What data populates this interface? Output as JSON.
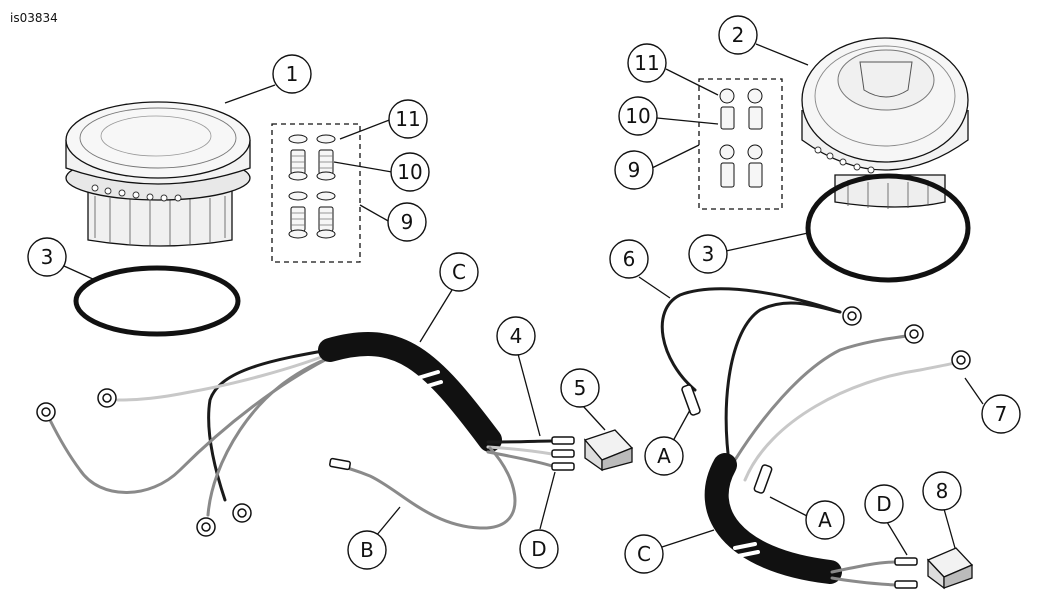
{
  "figure_id": "is03834",
  "callouts": {
    "l_1": "1",
    "l_11": "11",
    "l_10": "10",
    "l_9": "9",
    "l_3": "3",
    "l_C": "C",
    "l_4": "4",
    "l_5": "5",
    "l_B": "B",
    "l_D": "D",
    "r_2": "2",
    "r_11": "11",
    "r_10": "10",
    "r_9": "9",
    "r_3": "3",
    "r_6": "6",
    "r_7": "7",
    "r_A1": "A",
    "r_A2": "A",
    "r_C": "C",
    "r_D": "D",
    "r_8": "8"
  },
  "colors": {
    "ink": "#111111",
    "wire_black": "#1a1a1a",
    "wire_gray": "#8a8a8a",
    "wire_light": "#c8c8c8",
    "part_fill": "#f4f4f4"
  }
}
